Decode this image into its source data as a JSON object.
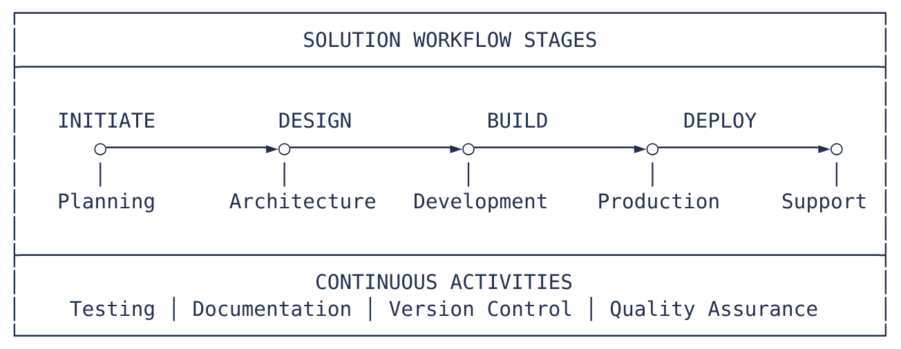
{
  "header": {
    "title": "SOLUTION WORKFLOW STAGES"
  },
  "workflow": {
    "stages": [
      "INITIATE",
      "DESIGN",
      "BUILD",
      "DEPLOY"
    ],
    "milestones": [
      "Planning",
      "Architecture",
      "Development",
      "Production",
      "Support"
    ]
  },
  "continuous": {
    "heading": "CONTINUOUS ACTIVITIES",
    "activities": [
      "Testing",
      "Documentation",
      "Version Control",
      "Quality Assurance"
    ],
    "separator": " │ "
  },
  "glyphs": {
    "node_circle": "○",
    "arrow_head": "►",
    "h_line": "─",
    "v_line": "│",
    "corner_top_left": "┌",
    "corner_top_right": "┐",
    "corner_bottom_left": "└",
    "corner_bottom_right": "┘",
    "tee_left": "├",
    "tee_right": "┤",
    "space": " "
  },
  "layout_hints": {
    "total_columns": 72,
    "node_cols": [
      6,
      21,
      36,
      51,
      66
    ],
    "stage_label_cols": [
      3,
      21,
      38,
      54
    ],
    "milestone_label_cols": [
      3,
      17,
      32,
      47,
      62
    ]
  },
  "colors": {
    "ink": "#22304e",
    "background": "#ffffff"
  }
}
